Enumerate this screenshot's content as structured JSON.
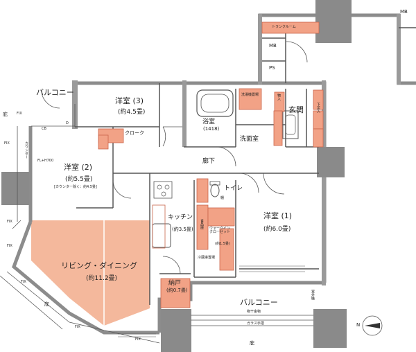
{
  "rooms": {
    "balcony_nw": "バルコニー",
    "western_3": "洋室 (3)",
    "western_3_size": "(約4.5畳)",
    "western_2": "洋室 (2)",
    "western_2_size": "(約5.5畳)",
    "western_2_note": "[カウンター除く：約4.5畳]",
    "closet": "クローク",
    "bath": "浴室",
    "bath_size": "(1418)",
    "washroom": "洗面室",
    "laundry": "洗濯機置場",
    "entrance": "玄関",
    "hallway": "廊下",
    "toilet": "トイレ",
    "kitchen": "キッチン",
    "kitchen_size": "(約3.5畳)",
    "western_1": "洋室 (1)",
    "western_1_size": "(約6.0畳)",
    "living": "リビング・ダイニング",
    "living_size": "(約11.2畳)",
    "storage": "納戸",
    "storage_size": "(約0.7畳)",
    "balcony_s": "バルコニー",
    "trunk_room": "トランクルーム",
    "walkin": "ウォークインクローゼット",
    "walkin_size": "(約1.5畳)",
    "fridge": "冷蔵庫置場",
    "food_storage": "食品庫",
    "shelf": "棚",
    "shoe_storage": "下足入",
    "linen": "物入",
    "garden_1": "庇",
    "garden_2": "庇",
    "garden_3": "庇"
  },
  "labels": {
    "mb_1": "MB",
    "mb_2": "MB",
    "ps": "PS",
    "fix_1": "FIX",
    "fix_2": "FIX",
    "fix_3": "FIX",
    "fix_4": "FIX",
    "fix_5": "FIX",
    "fix_6": "FIX",
    "fix_7": "FIX",
    "cb": "CB",
    "d": "D",
    "counter": "カウンター",
    "fl_note": "FL+H700",
    "drying": "物干金物",
    "glass_rail": "ガラス手摺",
    "ac_sleeve": "室外機",
    "north": "N"
  },
  "colors": {
    "wall": "#9a9a9a",
    "line": "#555555",
    "living_fill": "#f4b89c",
    "storage_fill": "#f2a286",
    "storage_stroke": "#c9644a"
  }
}
